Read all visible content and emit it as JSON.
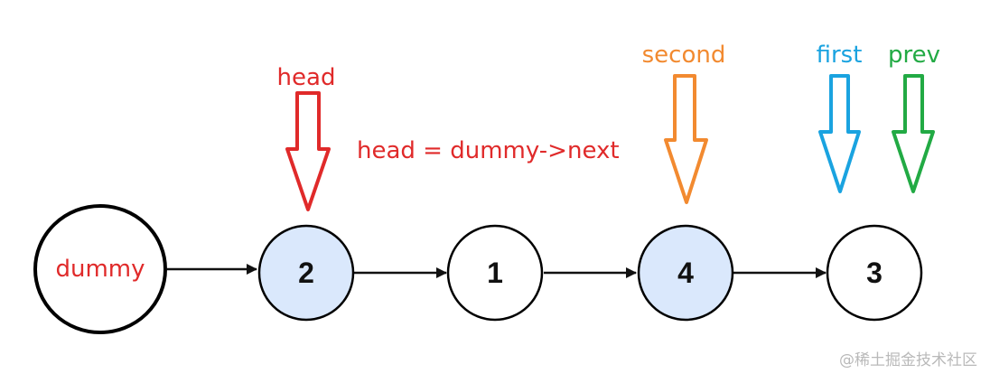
{
  "nodes": {
    "dummy": {
      "label": "dummy",
      "fill": "#ffffff",
      "text_color": "#e02a2a"
    },
    "n1": {
      "label": "2",
      "fill": "#dae8fc"
    },
    "n2": {
      "label": "1",
      "fill": "#ffffff"
    },
    "n3": {
      "label": "4",
      "fill": "#dae8fc"
    },
    "n4": {
      "label": "3",
      "fill": "#ffffff"
    }
  },
  "pointers": {
    "head": {
      "label": "head",
      "color": "#e02a2a"
    },
    "second": {
      "label": "second",
      "color": "#f28a30"
    },
    "first": {
      "label": "first",
      "color": "#1aa3e0"
    },
    "prev": {
      "label": "prev",
      "color": "#22aa44"
    }
  },
  "annotation": {
    "text": "head = dummy->next"
  },
  "watermark": {
    "text": "@稀土掘金技术社区"
  },
  "colors": {
    "stroke": "#000000",
    "link_arrow": "#111111"
  }
}
